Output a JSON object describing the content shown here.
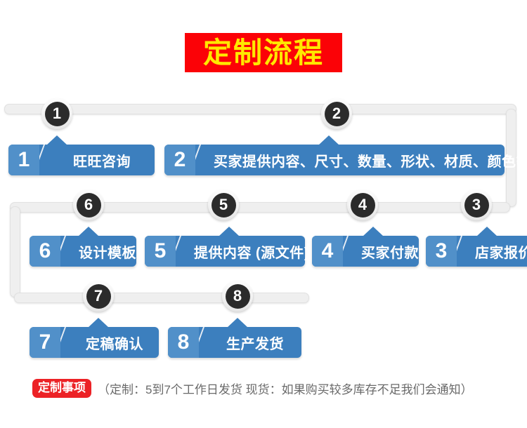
{
  "title": {
    "text": "定制流程",
    "bg_color": "#fb0207",
    "text_color": "#ffe800"
  },
  "theme": {
    "box_color": "#3c7fbe",
    "box_num_color": "#5190c9",
    "badge_color": "#2b2b2b",
    "track_color": "#efefef"
  },
  "rows": [
    {
      "steps": [
        {
          "number": "1",
          "label": "旺旺咨询"
        },
        {
          "number": "2",
          "label": "买家提供内容、尺寸、数量、形状、材质、颜色等"
        }
      ]
    },
    {
      "steps": [
        {
          "number": "6",
          "label": "设计模板"
        },
        {
          "number": "5",
          "label": "提供内容 (源文件)"
        },
        {
          "number": "4",
          "label": "买家付款"
        },
        {
          "number": "3",
          "label": "店家报价"
        }
      ]
    },
    {
      "steps": [
        {
          "number": "7",
          "label": "定稿确认"
        },
        {
          "number": "8",
          "label": "生产发货"
        }
      ]
    }
  ],
  "footer": {
    "badge": "定制事项",
    "text": "（定制：5到7个工作日发货 现货：如果购买较多库存不足我们会通知）"
  }
}
